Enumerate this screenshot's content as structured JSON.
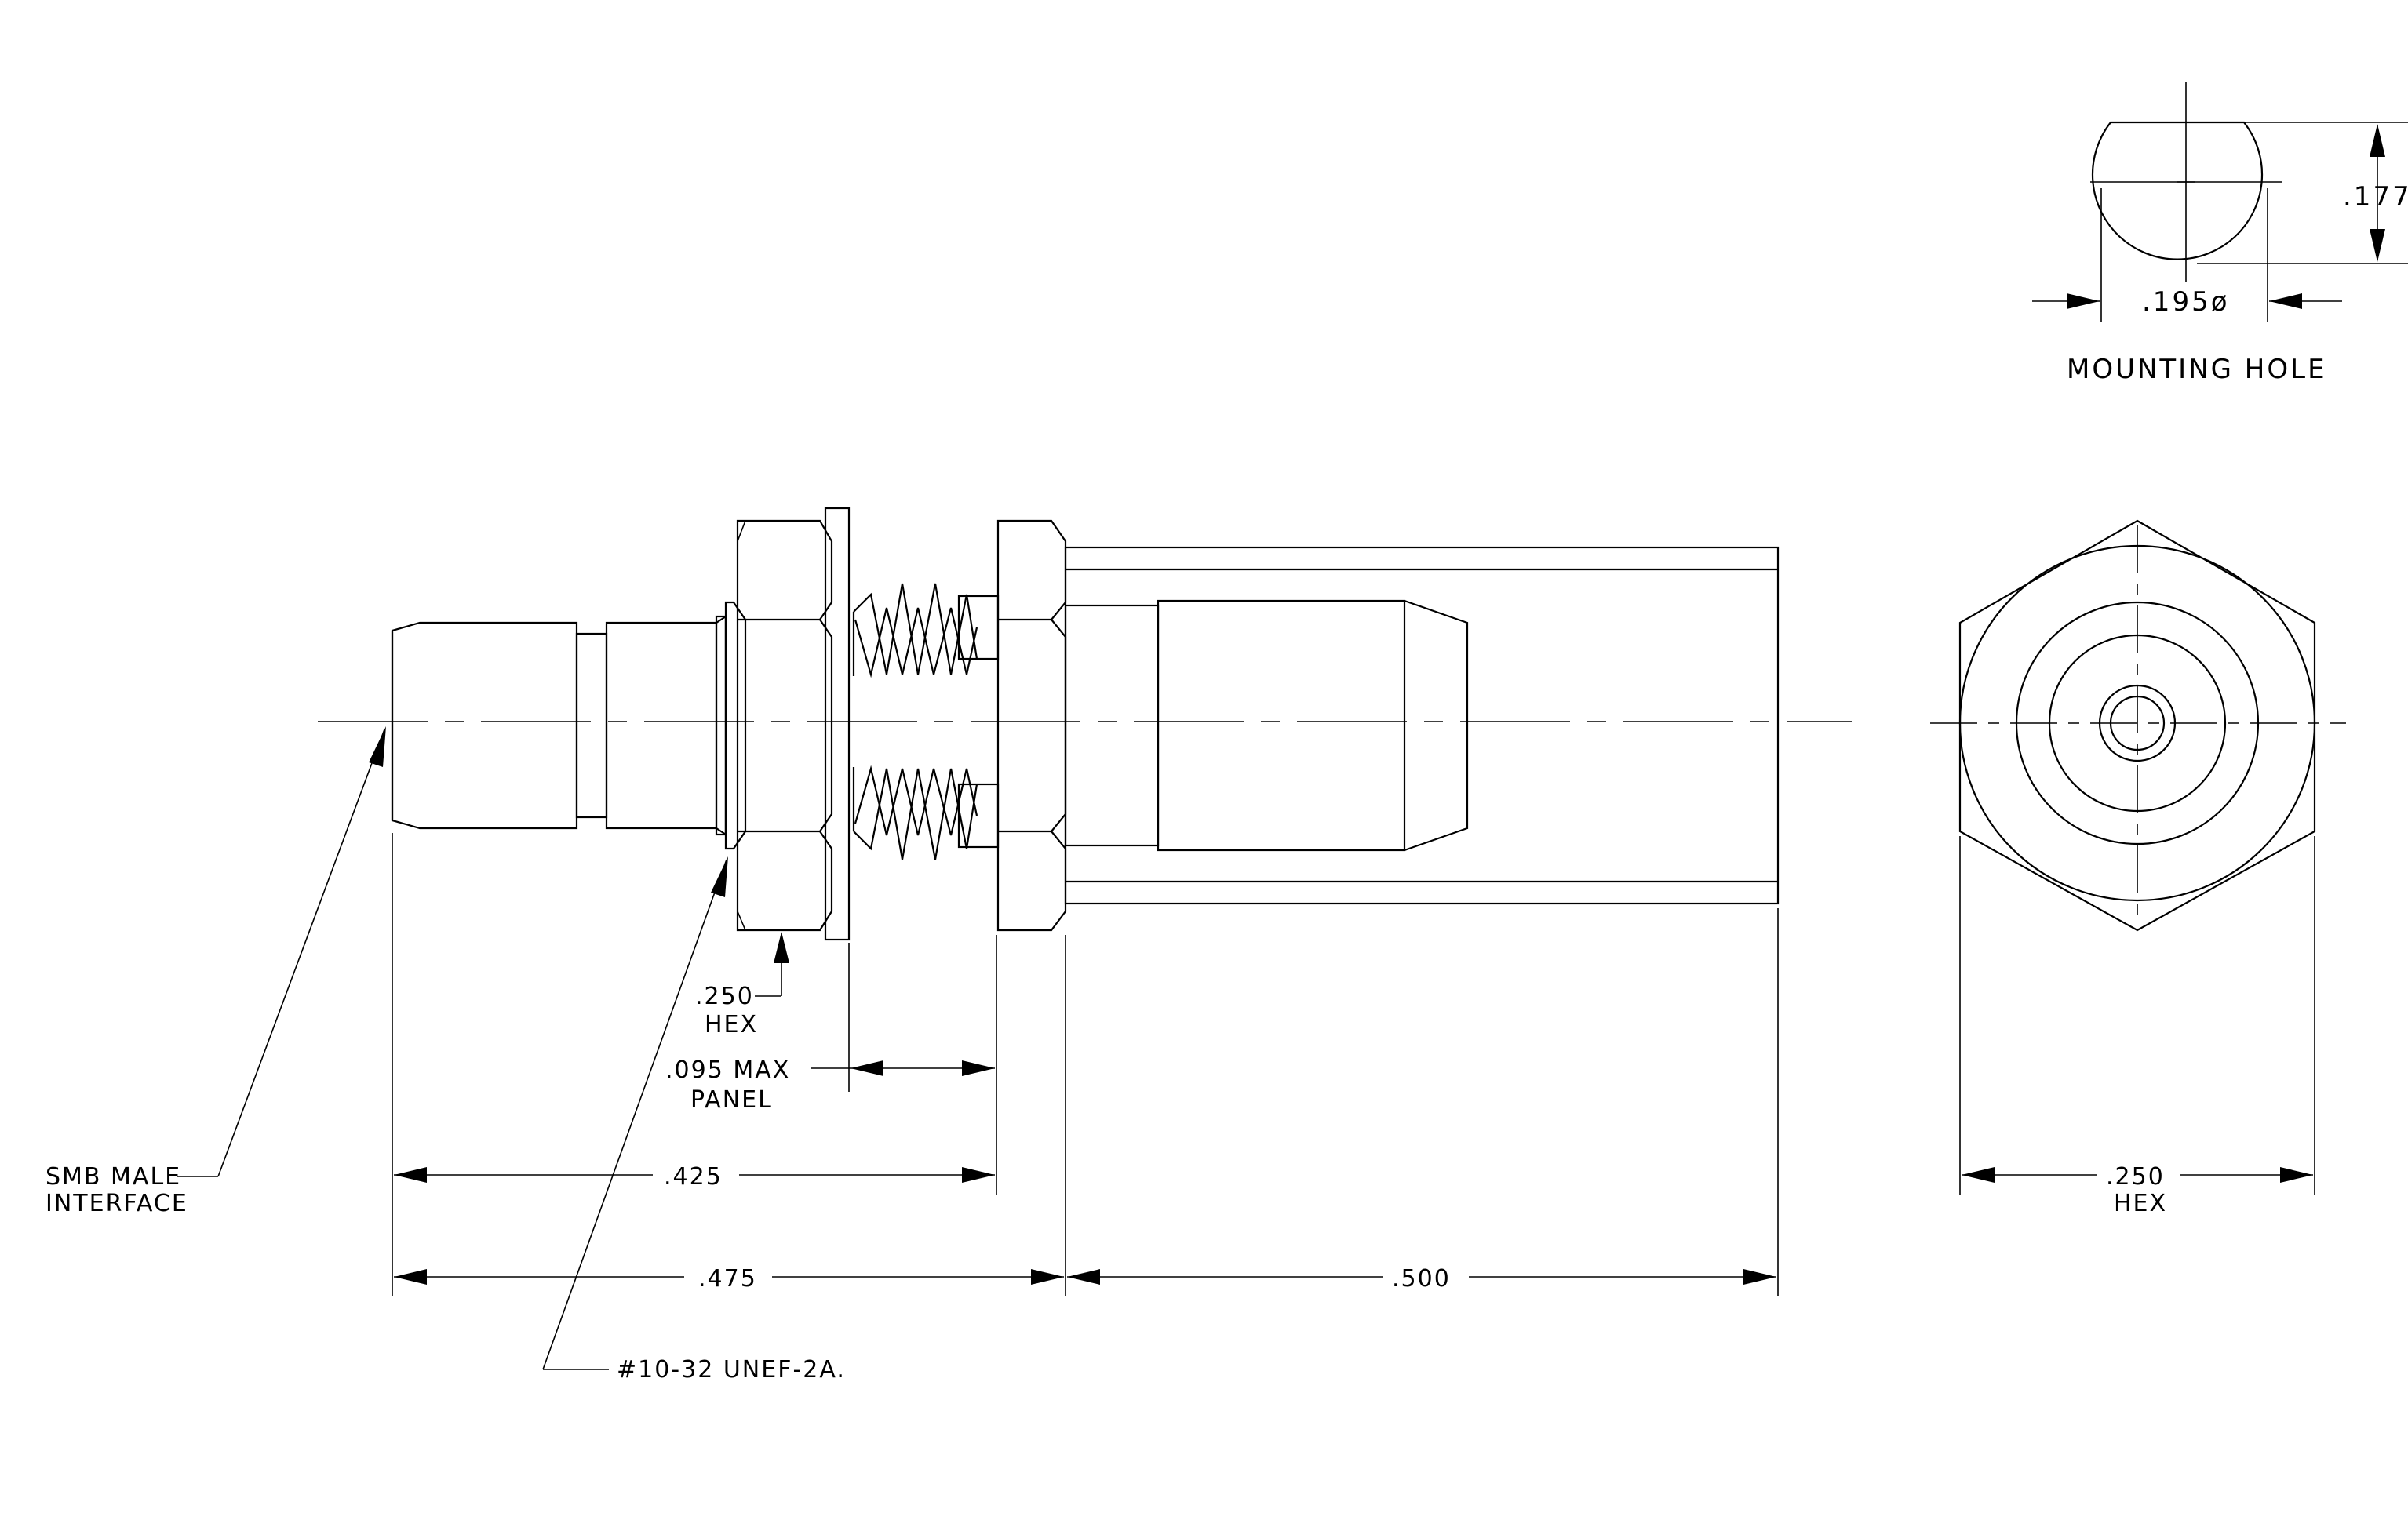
{
  "mounting_hole": {
    "title": "MOUNTING HOLE",
    "diameter": ".195ø",
    "flat": ".177"
  },
  "dimensions": {
    "hex_nut": ".250",
    "hex_nut_label": "HEX",
    "panel": ".095 MAX",
    "panel_label": "PANEL",
    "len_425": ".425",
    "len_475": ".475",
    "len_500": ".500",
    "end_hex": ".250",
    "end_hex_label": "HEX"
  },
  "callouts": {
    "smb_line1": "SMB MALE",
    "smb_line2": "INTERFACE",
    "thread": "#10-32 UNEF-2A."
  }
}
